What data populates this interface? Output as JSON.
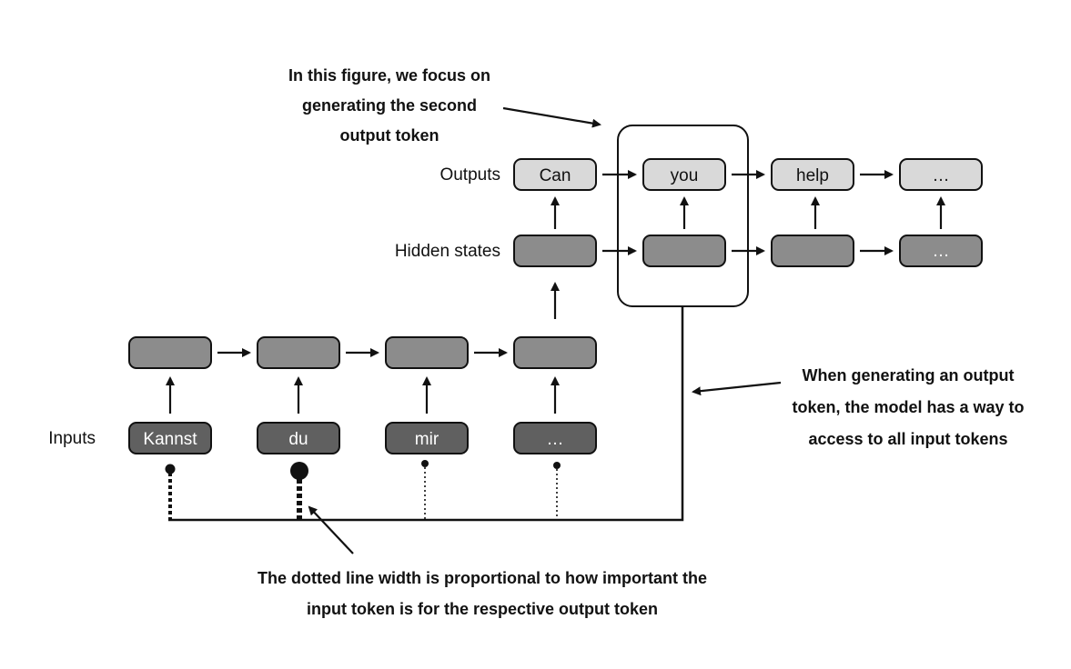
{
  "labels": {
    "inputs": "Inputs",
    "hidden_states": "Hidden states",
    "outputs": "Outputs"
  },
  "input_tokens": [
    "Kannst",
    "du",
    "mir",
    "…"
  ],
  "output_tokens": [
    "Can",
    "you",
    "help",
    "…"
  ],
  "decoder_hidden_texts": [
    "",
    "",
    "",
    "…"
  ],
  "annotations": {
    "focus": [
      "In this figure, we focus on",
      "generating the second",
      "output token"
    ],
    "access": [
      "When generating an output",
      "token, the model has a way to",
      "access to all input tokens"
    ],
    "dotted": [
      "The dotted line width is proportional to how important the",
      "input token is for the respective output token"
    ]
  },
  "colors": {
    "input_token": "#606060",
    "hidden_state": "#8c8c8c",
    "output_token": "#d9d9d9",
    "stroke": "#111111"
  }
}
